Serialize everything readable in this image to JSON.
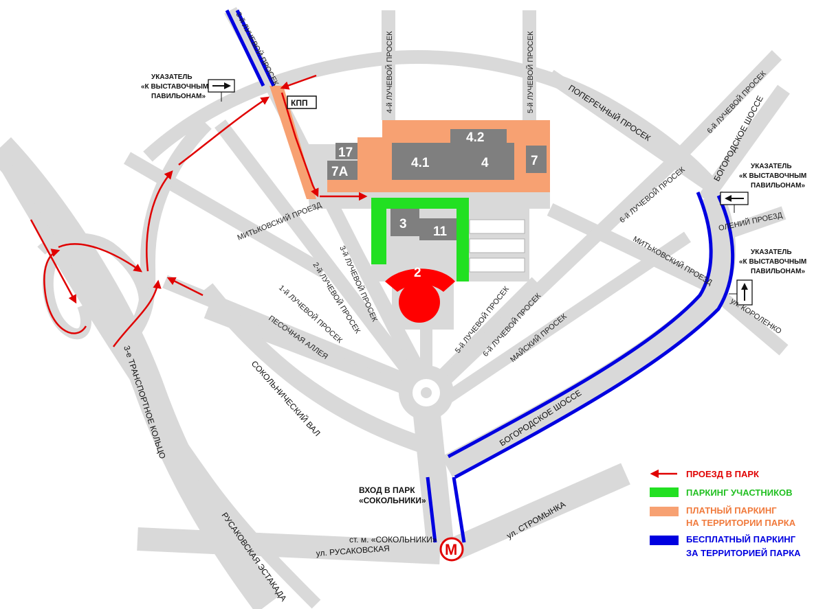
{
  "colors": {
    "road": "#d9d9d9",
    "building": "#7f7f7f",
    "paid_parking": "#f7a172",
    "exhibitor_parking": "#22e022",
    "free_parking": "#0000e0",
    "route": "#e00000",
    "pavilion_2": "#ff0000"
  },
  "roads": {
    "luch3_top": "3-й ЛУЧЕВОЙ ПРОСЕК",
    "luch4": "4-й ЛУЧЕВОЙ ПРОСЕК",
    "luch5_top": "5-й ЛУЧЕВОЙ ПРОСЕК",
    "luch6_top": "6-й ЛУЧЕВОЙ ПРОСЕК",
    "poperechny": "ПОПЕРЕЧНЫЙ ПРОСЕК",
    "bogorodskoe_top": "БОГОРОДСКОЕ ШОССЕ",
    "olenii": "ОЛЕНИЙ ПРОЕЗД",
    "mitkovsky_left": "МИТЬКОВСКИЙ ПРОЕЗД",
    "mitkovsky_right": "МИТЬКОВСКИЙ ПРОЕЗД",
    "luch6_mid": "6-й ЛУЧЕВОЙ ПРОСЕК",
    "luch1": "1-й ЛУЧЕВОЙ ПРОСЕК",
    "luch2": "2-й ЛУЧЕВОЙ ПРОСЕК",
    "luch3_mid": "3-й ЛУЧЕВОЙ ПРОСЕК",
    "peschanaya": "ПЕСОЧНАЯ АЛЛЕЯ",
    "luch5_mid": "5-й ЛУЧЕВОЙ ПРОСЕК",
    "luch6_low": "6-й ЛУЧЕВОЙ ПРОСЕК",
    "maisky": "МАЙСКИЙ ПРОСЕК",
    "korolenko": "ул. КОРОЛЕНКО",
    "sokolnichesky_val": "СОКОЛЬНИЧЕСКИЙ ВАЛ",
    "transport_ring": "3-е ТРАНСПОРТНОЕ КОЛЬЦО",
    "bogorodskoe_low": "БОГОРОДСКОЕ ШОССЕ",
    "rusakovskaya_estakada": "РУСАКОВСКАЯ ЭСТАКАДА",
    "rusakovskaya": "ул. РУСАКОВСКАЯ",
    "stromynka": "ул. СТРОМЫНКА"
  },
  "places": {
    "kpp": "КПП",
    "entrance_line1": "ВХОД В ПАРК",
    "entrance_line2": "«СОКОЛЬНИКИ»",
    "metro_station": "ст. м. «СОКОЛЬНИКИ»",
    "metro_letter": "М"
  },
  "pavilions": {
    "p17": "17",
    "p7a": "7А",
    "p41": "4.1",
    "p42": "4.2",
    "p4": "4",
    "p7": "7",
    "p3": "3",
    "p11": "11",
    "p2": "2"
  },
  "signs": [
    {
      "line1": "УКАЗАТЕЛЬ",
      "line2": "«К ВЫСТАВОЧНЫМ",
      "line3": "ПАВИЛЬОНАМ»",
      "arrow": "arrow-right-icon"
    },
    {
      "line1": "УКАЗАТЕЛЬ",
      "line2": "«К ВЫСТАВОЧНЫМ",
      "line3": "ПАВИЛЬОНАМ»",
      "arrow": "arrow-left-icon"
    },
    {
      "line1": "УКАЗАТЕЛЬ",
      "line2": "«К ВЫСТАВОЧНЫМ",
      "line3": "ПАВИЛЬОНАМ»",
      "arrow": "arrow-up-icon"
    }
  ],
  "legend": [
    {
      "label": "ПРОЕЗД В ПАРК",
      "color": "#e00000",
      "kind": "arrow"
    },
    {
      "label": "ПАРКИНГ УЧАСТНИКОВ",
      "color": "#22c022",
      "kind": "swatch"
    },
    {
      "label_line1": "ПЛАТНЫЙ ПАРКИНГ",
      "label_line2": "НА ТЕРРИТОРИИ ПАРКА",
      "color": "#f07a3c",
      "kind": "swatch"
    },
    {
      "label_line1": "БЕСПЛАТНЫЙ ПАРКИНГ",
      "label_line2": "ЗА ТЕРРИТОРИЕЙ ПАРКА",
      "color": "#0000e0",
      "kind": "swatch"
    }
  ]
}
